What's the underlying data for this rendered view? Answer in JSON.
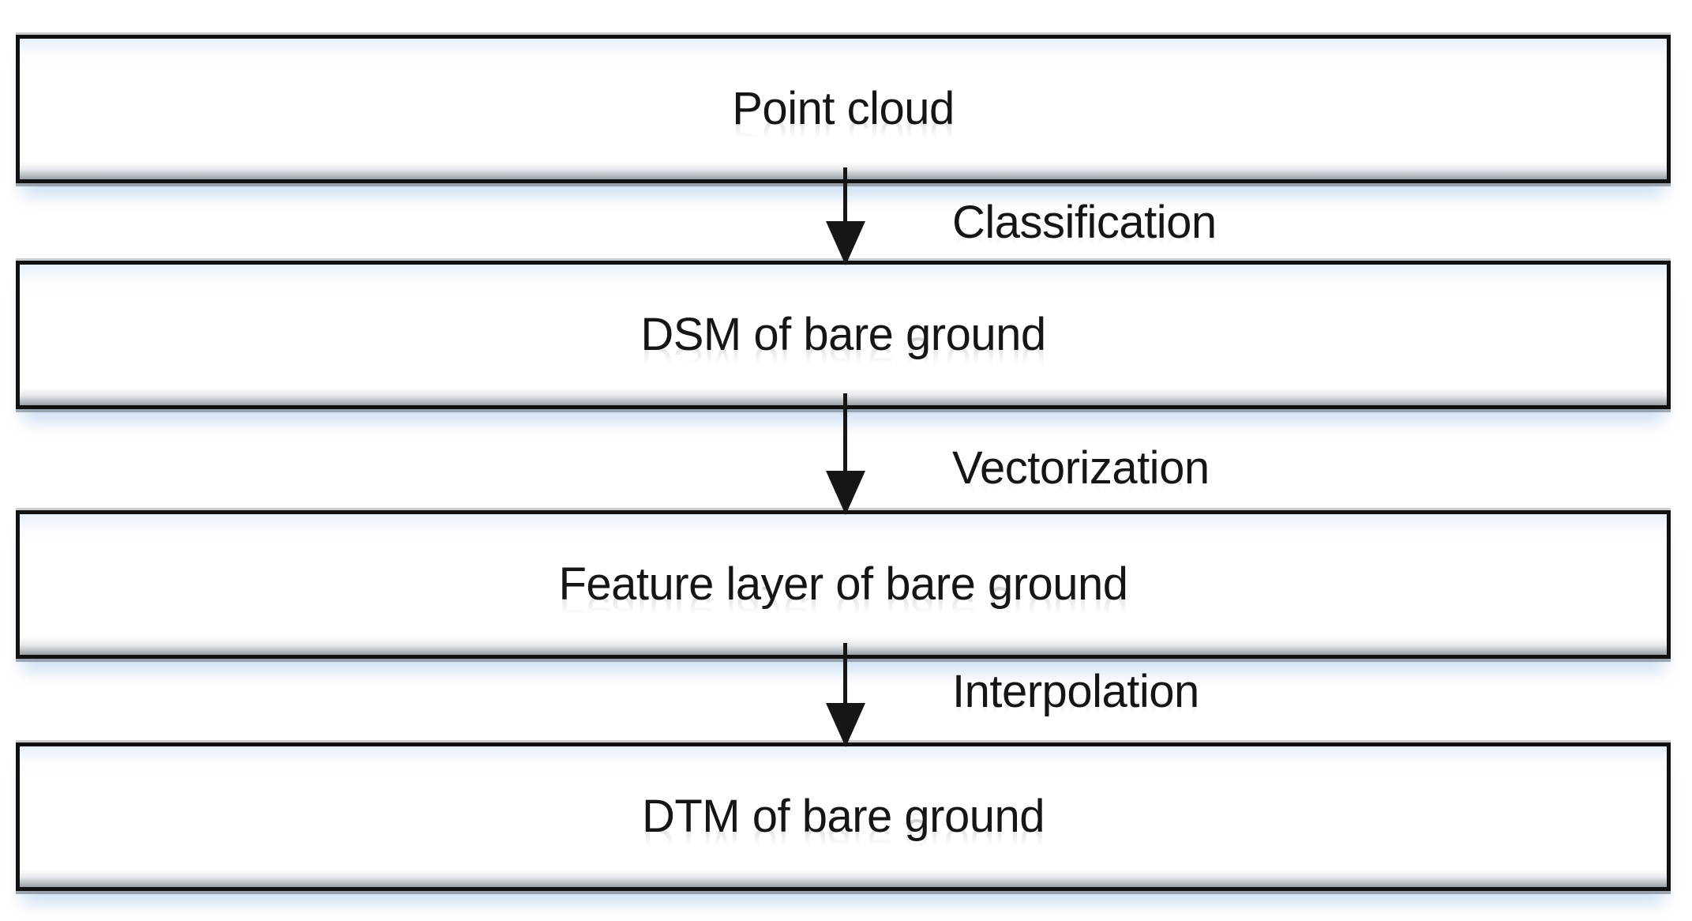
{
  "diagram": {
    "type": "flowchart",
    "direction": "top-down",
    "nodes": [
      {
        "id": "point-cloud",
        "label": "Point cloud"
      },
      {
        "id": "dsm-bare-ground",
        "label": "DSM of bare ground"
      },
      {
        "id": "feature-layer-bare-ground",
        "label": "Feature layer of bare ground"
      },
      {
        "id": "dtm-bare-ground",
        "label": "DTM of bare ground"
      }
    ],
    "edges": [
      {
        "from": "point-cloud",
        "to": "dsm-bare-ground",
        "label": "Classification"
      },
      {
        "from": "dsm-bare-ground",
        "to": "feature-layer-bare-ground",
        "label": "Vectorization"
      },
      {
        "from": "feature-layer-bare-ground",
        "to": "dtm-bare-ground",
        "label": "Interpolation"
      }
    ],
    "colors": {
      "background": "#ffffff",
      "box_border": "#111111",
      "box_fill_top": "#e8f0f9",
      "box_fill": "#ffffff",
      "box_fill_bottom_edge": "#9aa1a8",
      "box_glow": "#c8ddf2",
      "text": "#151515",
      "arrow": "#161616"
    }
  }
}
